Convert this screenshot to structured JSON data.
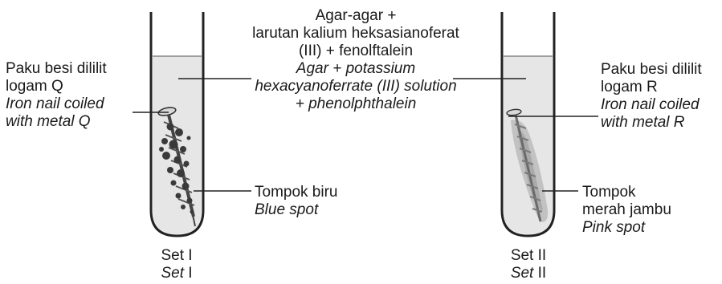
{
  "center_label": {
    "line1": "Agar-agar +",
    "line2": "larutan kalium heksasianoferat",
    "line3": "(III) + fenolftalein",
    "line4": "Agar + potassium",
    "line5": "hexacyanoferrate (III) solution",
    "line6": "+ phenolphthalein"
  },
  "left_nail_label": {
    "line1": "Paku besi dililit",
    "line2": "logam Q",
    "line3": "Iron nail coiled",
    "line4": "with metal Q"
  },
  "right_nail_label": {
    "line1": "Paku besi dililit",
    "line2": "logam R",
    "line3": "Iron nail coiled",
    "line4": "with metal R"
  },
  "blue_spot_label": {
    "line1": "Tompok biru",
    "line2": "Blue spot"
  },
  "pink_spot_label": {
    "line1": "Tompok",
    "line2": "merah jambu",
    "line3": "Pink spot"
  },
  "set1": {
    "line1": "Set I",
    "line2_prefix": "Set",
    "line2_suffix": " I"
  },
  "set2": {
    "line1": "Set II",
    "line2_prefix": "Set",
    "line2_suffix": " II"
  },
  "colors": {
    "agar_fill": "#e6e6e6",
    "tube_outline": "#222222",
    "blue_spot": "#3a3a3a",
    "pink_spot": "#9a9a9a"
  }
}
